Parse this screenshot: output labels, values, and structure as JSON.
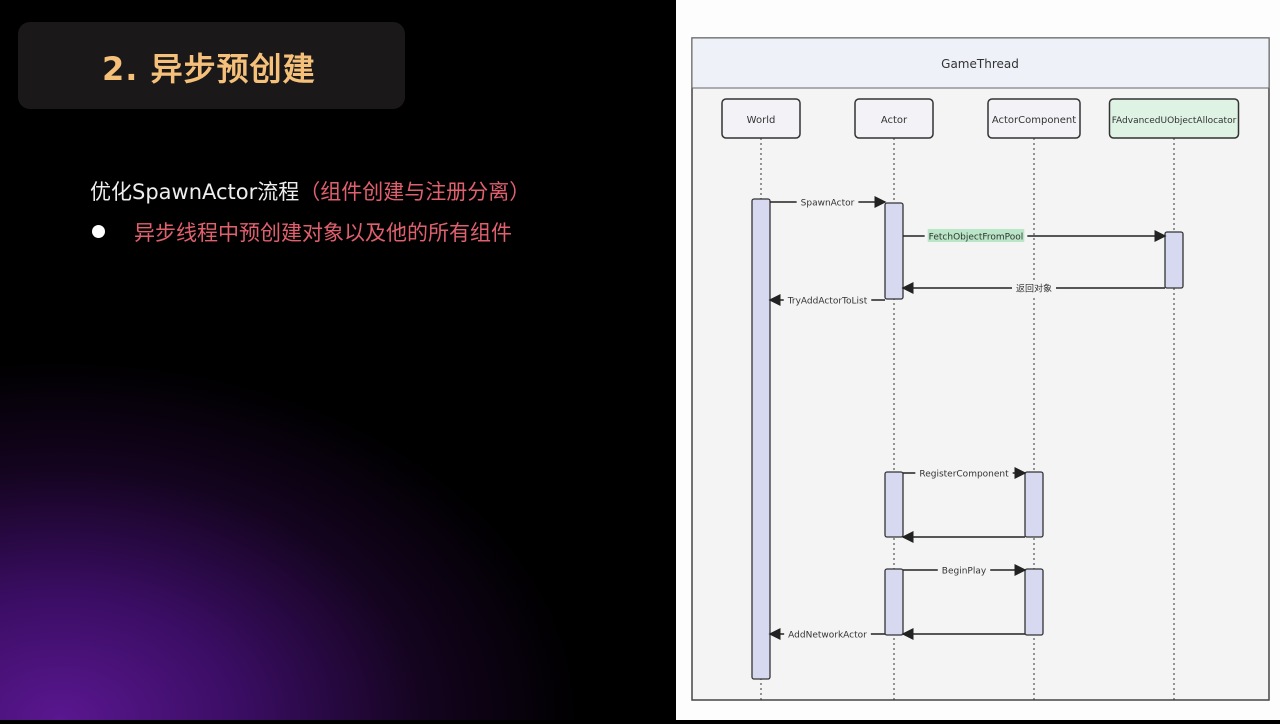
{
  "slide": {
    "title": "2. 异步预创建",
    "subtitle_prefix": "优化SpawnActor流程",
    "subtitle_note": "（组件创建与注册分离）",
    "bullet": "异步线程中预创建对象以及他的所有组件"
  },
  "diagram": {
    "frame_title": "GameThread",
    "participants": [
      "World",
      "Actor",
      "ActorComponent",
      "FAdvancedUObjectAllocator"
    ],
    "messages": [
      {
        "from": "World",
        "to": "Actor",
        "label": "SpawnActor"
      },
      {
        "from": "Actor",
        "to": "FAdvancedUObjectAllocator",
        "label": "FetchObjectFromPool",
        "highlight": true
      },
      {
        "from": "FAdvancedUObjectAllocator",
        "to": "Actor",
        "label": "返回对象"
      },
      {
        "from": "Actor",
        "to": "World",
        "label": "TryAddActorToList"
      },
      {
        "from": "Actor",
        "to": "ActorComponent",
        "label": "RegisterComponent"
      },
      {
        "from": "ActorComponent",
        "to": "Actor",
        "label": ""
      },
      {
        "from": "Actor",
        "to": "ActorComponent",
        "label": "BeginPlay"
      },
      {
        "from": "ActorComponent",
        "to": "Actor",
        "label": ""
      },
      {
        "from": "Actor",
        "to": "World",
        "label": "AddNetworkActor"
      }
    ],
    "colors": {
      "activation": "#d6d9ef",
      "allocator_box": "#dff3e4",
      "highlight": "#b9e6c6",
      "header": "#eef1f8"
    }
  }
}
